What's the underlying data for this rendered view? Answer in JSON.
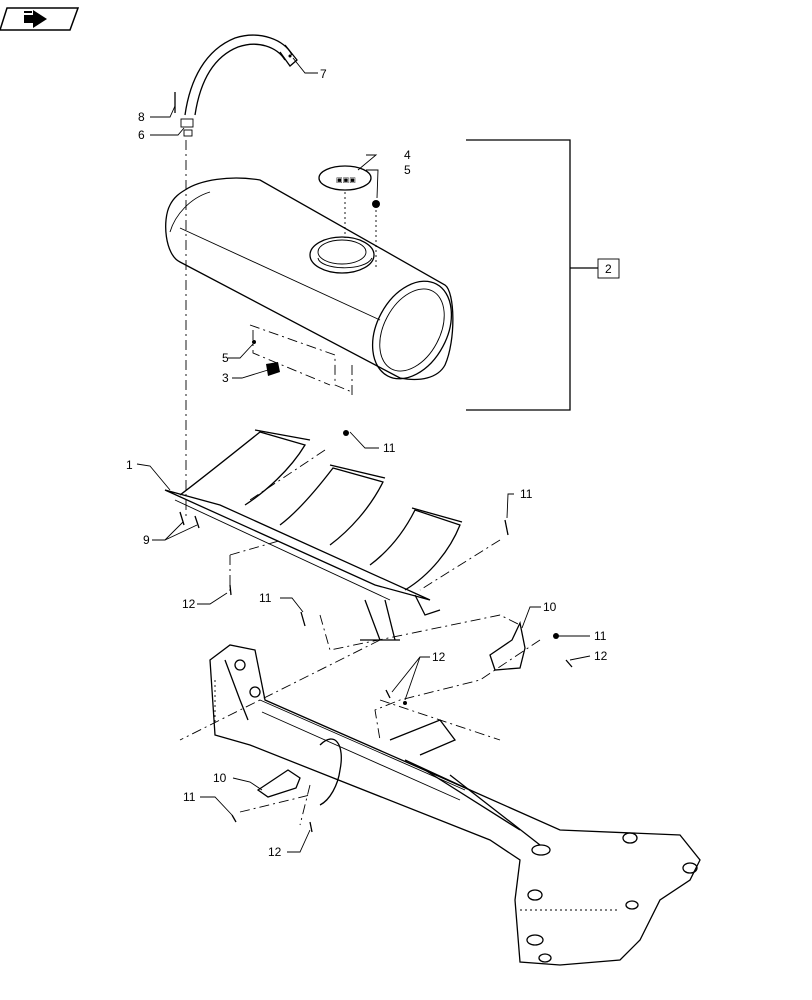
{
  "callouts": {
    "c1": "1",
    "c2": "2",
    "c3": "3",
    "c4": "4",
    "c5a": "5",
    "c5b": "5",
    "c6": "6",
    "c7": "7",
    "c8": "8",
    "c9": "9",
    "c10a": "10",
    "c10b": "10",
    "c11a": "11",
    "c11b": "11",
    "c11c": "11",
    "c11d": "11",
    "c11e": "11",
    "c12a": "12",
    "c12b": "12",
    "c12c": "12",
    "c12d": "12"
  },
  "icons": {
    "nav": "arrow-right-icon"
  },
  "colors": {
    "line": "#000000",
    "background": "#ffffff"
  }
}
